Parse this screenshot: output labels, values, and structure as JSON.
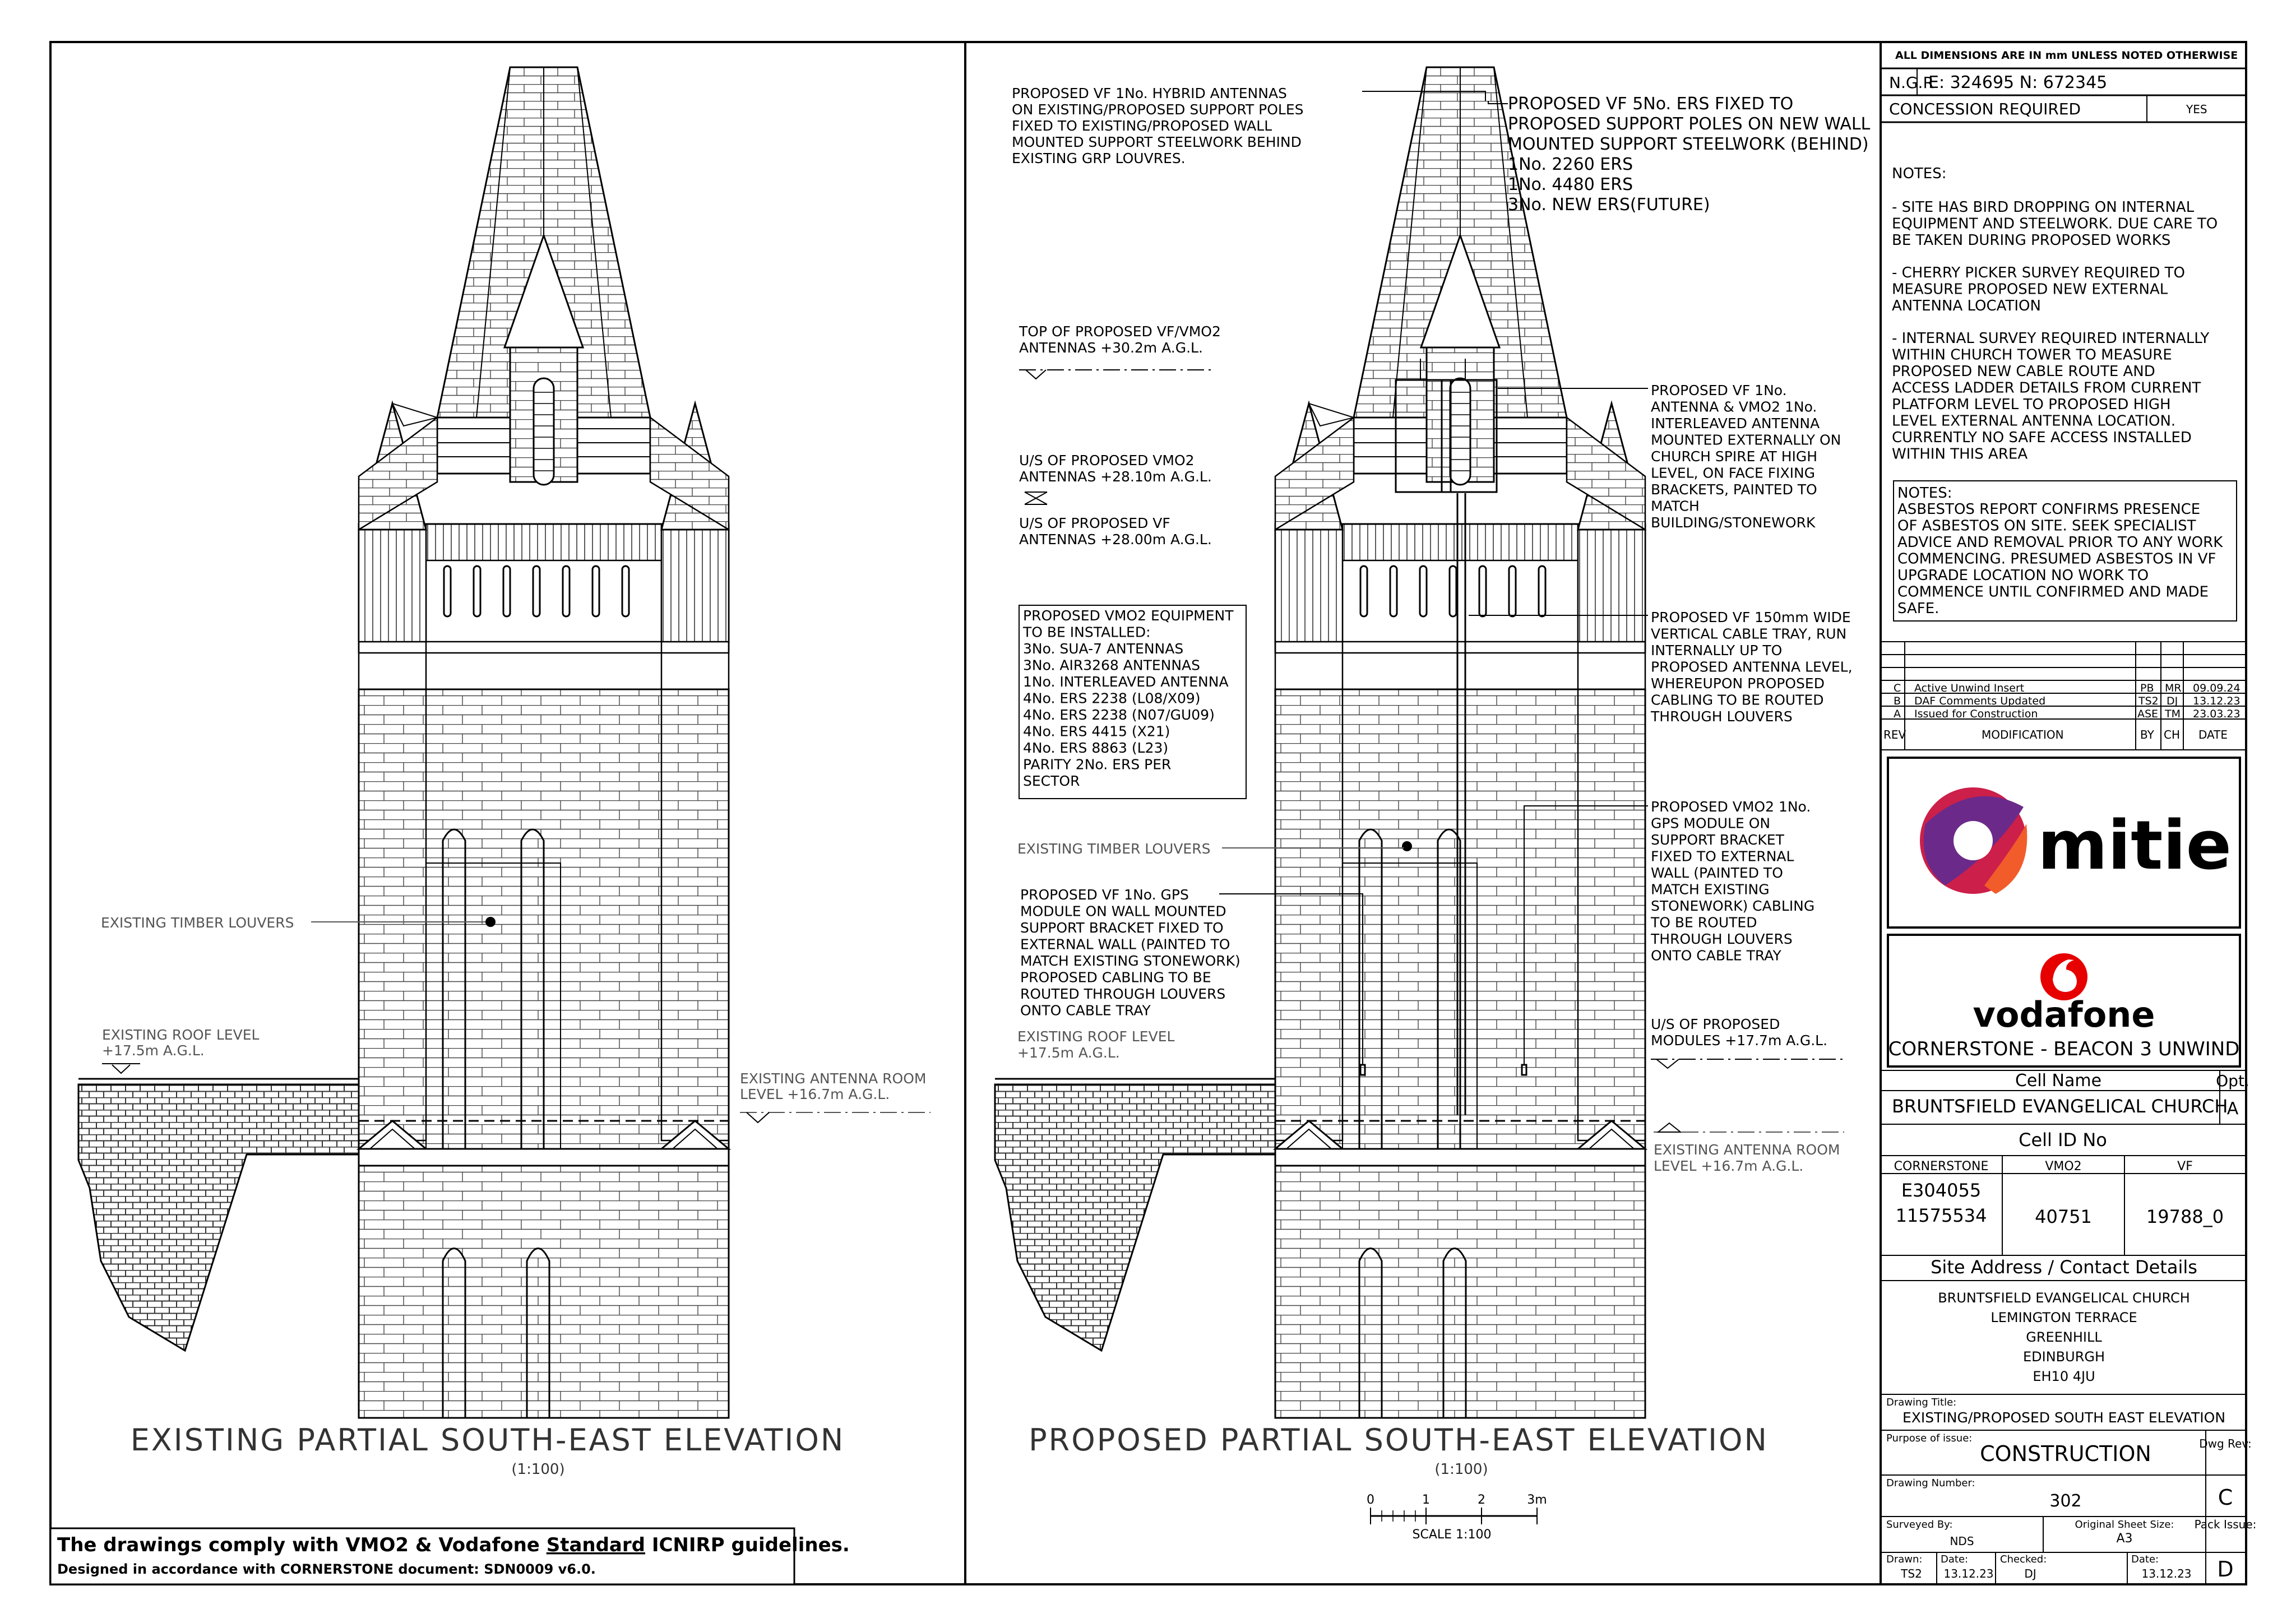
{
  "left_view": {
    "title": "EXISTING PARTIAL SOUTH-EAST ELEVATION",
    "scale": "(1:100)",
    "labels": {
      "louvers": "EXISTING TIMBER LOUVERS",
      "roof_1": "EXISTING ROOF LEVEL",
      "roof_2": "+17.5m  A.G.L.",
      "ant_room_1": "EXISTING ANTENNA ROOM",
      "ant_room_2": "LEVEL  +16.7m  A.G.L."
    }
  },
  "right_view": {
    "title": "PROPOSED PARTIAL SOUTH-EAST ELEVATION",
    "scale": "(1:100)",
    "scale_bar": {
      "ticks": [
        "0",
        "1",
        "2",
        "3m"
      ],
      "label": "SCALE 1:100"
    },
    "labels": {
      "hybrid": [
        "PROPOSED VF 1No. HYBRID ANTENNAS",
        "ON EXISTING/PROPOSED SUPPORT POLES",
        "FIXED TO EXISTING/PROPOSED WALL",
        "MOUNTED SUPPORT STEELWORK BEHIND",
        "EXISTING GRP LOUVRES."
      ],
      "ers": [
        "PROPOSED VF 5No. ERS FIXED TO",
        "PROPOSED SUPPORT POLES ON NEW WALL",
        "MOUNTED SUPPORT STEELWORK (BEHIND)",
        "1No. 2260 ERS",
        "1No. 4480 ERS",
        "3No.  NEW ERS(FUTURE)"
      ],
      "top": [
        "TOP OF PROPOSED VF/VMO2",
        "ANTENNAS +30.2m A.G.L."
      ],
      "us_vmo2": [
        "U/S OF PROPOSED VMO2",
        "ANTENNAS +28.10m A.G.L."
      ],
      "us_vf": [
        "U/S OF PROPOSED VF",
        "ANTENNAS +28.00m A.G.L."
      ],
      "equipment": [
        "PROPOSED VMO2 EQUIPMENT",
        "TO BE INSTALLED:",
        "3No. SUA-7 ANTENNAS",
        "3No. AIR3268 ANTENNAS",
        "1No. INTERLEAVED ANTENNA",
        "4No. ERS 2238 (L08/X09)",
        "4No. ERS 2238 (N07/GU09)",
        "4No. ERS 4415 (X21)",
        "4No. ERS 8863 (L23)",
        "PARITY 2No. ERS PER",
        "SECTOR"
      ],
      "louvers": "EXISTING TIMBER LOUVERS",
      "gps_vf": [
        "PROPOSED VF 1No. GPS",
        "MODULE ON WALL MOUNTED",
        "SUPPORT BRACKET FIXED TO",
        "EXTERNAL WALL (PAINTED TO",
        "MATCH EXISTING STONEWORK)",
        "PROPOSED CABLING TO BE",
        "ROUTED THROUGH LOUVERS",
        "ONTO CABLE TRAY"
      ],
      "roof": [
        "EXISTING ROOF LEVEL",
        "+17.5m  A.G.L."
      ],
      "interleaved": [
        "PROPOSED VF 1No.",
        "ANTENNA & VMO2 1No.",
        "INTERLEAVED ANTENNA",
        "MOUNTED EXTERNALLY ON",
        "CHURCH SPIRE AT HIGH",
        "LEVEL, ON FACE FIXING",
        "BRACKETS, PAINTED TO",
        "MATCH",
        "BUILDING/STONEWORK"
      ],
      "cable_tray": [
        "PROPOSED VF 150mm WIDE",
        "VERTICAL CABLE TRAY, RUN",
        "INTERNALLY UP TO",
        "PROPOSED ANTENNA LEVEL,",
        "WHEREUPON PROPOSED",
        "CABLING TO BE ROUTED",
        "THROUGH LOUVERS"
      ],
      "gps_vmo2": [
        "PROPOSED VMO2 1No.",
        "GPS MODULE ON",
        "SUPPORT BRACKET",
        "FIXED TO EXTERNAL",
        "WALL (PAINTED TO",
        "MATCH EXISTING",
        "STONEWORK)  CABLING",
        "TO BE ROUTED",
        "THROUGH LOUVERS",
        "ONTO CABLE TRAY"
      ],
      "modules": [
        "U/S OF PROPOSED",
        "MODULES +17.7m A.G.L."
      ],
      "ant_room": [
        "EXISTING ANTENNA ROOM",
        "LEVEL  +16.7m  A.G.L."
      ]
    }
  },
  "compliance": {
    "line1_pre": "The drawings comply with VMO2 & Vodafone ",
    "line1_std": "Standard",
    "line1_post": " ICNIRP guidelines.",
    "line2": "Designed in accordance with CORNERSTONE document: SDN0009 v6.0."
  },
  "title_block": {
    "dims_note": "ALL DIMENSIONS ARE IN mm UNLESS NOTED OTHERWISE",
    "ngr_label": "N.G.R",
    "ngr_value": "E: 324695   N: 672345",
    "concession_label": "CONCESSION REQUIRED",
    "concession_value": "YES",
    "notes_heading": "NOTES:",
    "notes": [
      [
        "- SITE HAS BIRD DROPPING ON INTERNAL",
        "EQUIPMENT AND STEELWORK. DUE CARE TO",
        "BE TAKEN DURING PROPOSED WORKS"
      ],
      [
        "- CHERRY PICKER SURVEY REQUIRED TO",
        "MEASURE PROPOSED NEW EXTERNAL",
        "ANTENNA LOCATION"
      ],
      [
        "- INTERNAL SURVEY REQUIRED INTERNALLY",
        "WITHIN CHURCH TOWER TO MEASURE",
        "PROPOSED NEW CABLE ROUTE AND",
        "ACCESS LADDER DETAILS FROM CURRENT",
        "PLATFORM LEVEL TO PROPOSED HIGH",
        "LEVEL EXTERNAL ANTENNA LOCATION.",
        "CURRENTLY NO SAFE ACCESS INSTALLED",
        "WITHIN THIS AREA"
      ]
    ],
    "asbestos_heading": "NOTES:",
    "asbestos": [
      "ASBESTOS REPORT CONFIRMS PRESENCE",
      "OF ASBESTOS ON SITE. SEEK SPECIALIST",
      "ADVICE AND REMOVAL PRIOR TO ANY WORK",
      "COMMENCING. PRESUMED ASBESTOS IN VF",
      "UPGRADE LOCATION NO WORK TO",
      "COMMENCE UNTIL CONFIRMED AND MADE",
      "SAFE."
    ],
    "revisions": [
      {
        "rev": "C",
        "mod": "Active Unwind Insert",
        "by": "PB",
        "ch": "MR",
        "date": "09.09.24"
      },
      {
        "rev": "B",
        "mod": "DAF Comments Updated",
        "by": "TS2",
        "ch": "DJ",
        "date": "13.12.23"
      },
      {
        "rev": "A",
        "mod": "Issued for Construction",
        "by": "ASE",
        "ch": "TM",
        "date": "23.03.23"
      }
    ],
    "rev_headers": {
      "rev": "REV",
      "mod": "MODIFICATION",
      "by": "BY",
      "ch": "CH",
      "date": "DATE"
    },
    "mitie_logo": "mitie",
    "vodafone_logo": "vodafone",
    "project": "CORNERSTONE - BEACON 3 UNWIND",
    "cell_name_label": "Cell Name",
    "opt_label": "Opt.",
    "cell_name": "BRUNTSFIELD  EVANGELICAL  CHURCH",
    "opt_value": "A",
    "cell_id_label": "Cell ID No",
    "cell_id_headers": [
      "CORNERSTONE",
      "VMO2",
      "VF"
    ],
    "cornerstone_ids": [
      "E304055",
      "11575534"
    ],
    "vmo2_id": "40751",
    "vf_id": "19788_0",
    "site_address_label": "Site Address / Contact Details",
    "site_address": [
      "BRUNTSFIELD  EVANGELICAL  CHURCH",
      "LEMINGTON  TERRACE",
      "GREENHILL",
      "EDINBURGH",
      "EH10  4JU"
    ],
    "drawing_title_label": "Drawing Title:",
    "drawing_title": "EXISTING/PROPOSED  SOUTH  EAST  ELEVATION",
    "purpose_label": "Purpose of issue:",
    "purpose": "CONSTRUCTION",
    "dwg_rev_label": "Dwg Rev:",
    "drawing_number_label": "Drawing Number:",
    "drawing_number": "302",
    "dwg_rev": "C",
    "surveyed_label": "Surveyed By:",
    "surveyed": "NDS",
    "sheet_size_label": "Original Sheet Size:",
    "sheet_size": "A3",
    "pack_label": "Pack Issue:",
    "drawn_label": "Drawn:",
    "drawn": "TS2",
    "date_label": "Date:",
    "drawn_date": "13.12.23",
    "checked_label": "Checked:",
    "checked": "DJ",
    "checked_date": "13.12.23",
    "pack_issue": "D"
  }
}
